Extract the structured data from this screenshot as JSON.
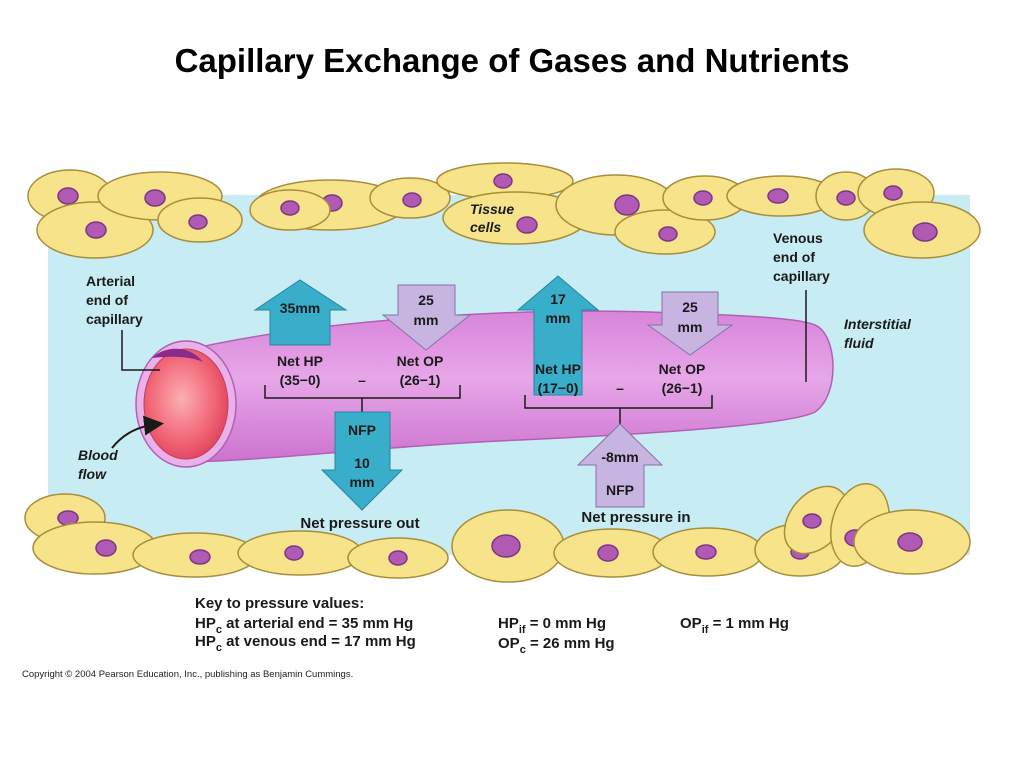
{
  "title": "Capillary Exchange of Gases and Nutrients",
  "labels": {
    "tissue_cells": [
      "Tissue",
      "cells"
    ],
    "arterial_end": [
      "Arterial",
      "end of",
      "capillary"
    ],
    "venous_end": [
      "Venous",
      "end of",
      "capillary"
    ],
    "interstitial_fluid": [
      "Interstitial",
      "fluid"
    ],
    "blood_flow": [
      "Blood",
      "flow"
    ]
  },
  "arterial": {
    "hp_arrow": "35mm",
    "op_arrow": [
      "25",
      "mm"
    ],
    "net_hp": [
      "Net HP",
      "(35−0)"
    ],
    "minus": "–",
    "net_op": [
      "Net OP",
      "(26−1)"
    ],
    "nfp_arrow": [
      "NFP",
      "10",
      "mm"
    ],
    "caption": "Net pressure out"
  },
  "venous": {
    "hp_arrow": [
      "17",
      "mm"
    ],
    "op_arrow": [
      "25",
      "mm"
    ],
    "net_hp": [
      "Net HP",
      "(17−0)"
    ],
    "minus": "–",
    "net_op": [
      "Net OP",
      "(26−1)"
    ],
    "nfp_arrow": [
      "-8mm",
      "NFP"
    ],
    "caption": "Net pressure in"
  },
  "key": {
    "heading": "Key to pressure values:",
    "items": [
      {
        "symbol": "HP",
        "sub": "c",
        "text": " at arterial end = 35 mm Hg"
      },
      {
        "symbol": "HP",
        "sub": "c",
        "text": " at venous end = 17 mm Hg"
      },
      {
        "symbol": "HP",
        "sub": "if",
        "text": " = 0 mm Hg"
      },
      {
        "symbol": "OP",
        "sub": "c",
        "text": " = 26 mm Hg"
      },
      {
        "symbol": "OP",
        "sub": "if",
        "text": " = 1 mm Hg"
      }
    ]
  },
  "copyright": "Copyright © 2004 Pearson Education, Inc., publishing as Benjamin Cummings.",
  "colors": {
    "interstitial": "#c8ecf3",
    "cell": "#f7e48a",
    "cell_edge": "#a88d3a",
    "nucleus": "#b05ab4",
    "capillary": "#d57fd6",
    "lumen": "#f06a78",
    "arrow_out": "#39aecb",
    "arrow_in": "#c7b4e1"
  }
}
